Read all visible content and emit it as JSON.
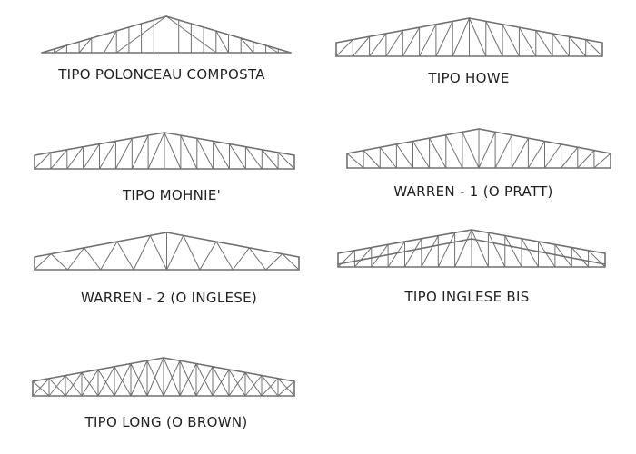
{
  "line_color": "#707070",
  "text_color": "#222222",
  "trusses": [
    {
      "id": "polonceau",
      "label": "TIPO POLONCEAU COMPOSTA",
      "type": "polonceau",
      "panels": 16
    },
    {
      "id": "howe",
      "label": "TIPO HOWE",
      "type": "howe",
      "panels": 16
    },
    {
      "id": "mohnie",
      "label": "TIPO MOHNIE'",
      "type": "howe",
      "panels": 16
    },
    {
      "id": "warren1",
      "label": "WARREN - 1 (O PRATT)",
      "type": "pratt",
      "panels": 16
    },
    {
      "id": "warren2",
      "label": "WARREN - 2 (O INGLESE)",
      "type": "warren",
      "panels": 8
    },
    {
      "id": "inglese-bis",
      "label": "TIPO INGLESE BIS",
      "type": "inglese",
      "panels": 16
    },
    {
      "id": "long",
      "label": "TIPO LONG (O BROWN)",
      "type": "long",
      "panels": 16
    }
  ]
}
